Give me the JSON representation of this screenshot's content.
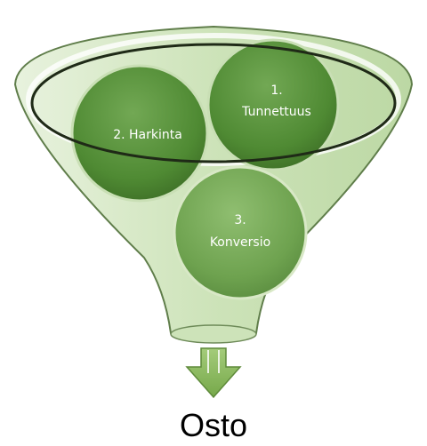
{
  "diagram": {
    "stages": [
      {
        "line1": "1.",
        "line2": "Tunnettuus"
      },
      {
        "line1": "",
        "line2": "2. Harkinta"
      },
      {
        "line1": "3.",
        "line2": "Konversio"
      }
    ],
    "result": "Osto"
  },
  "colors": {
    "funnel_fill": "#d3e6c2",
    "funnel_rim": "#4f6f3d",
    "ball_fill": "#4d8a32",
    "arrow_fill": "#8ebd5e"
  }
}
